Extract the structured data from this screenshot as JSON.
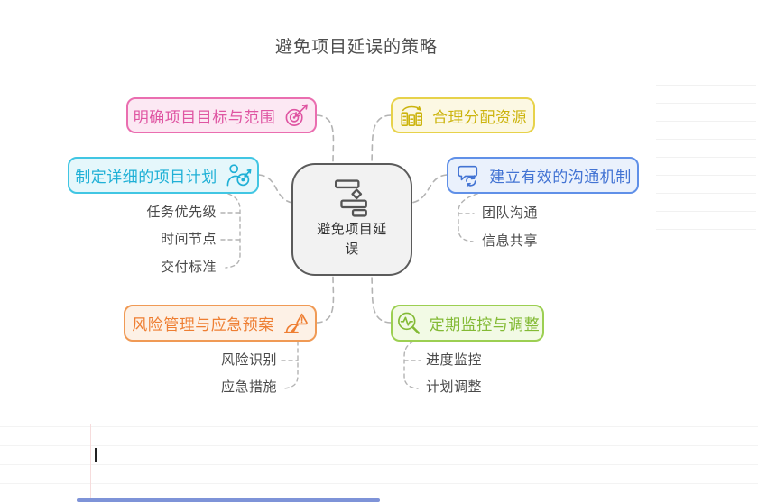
{
  "title": "避免项目延误的策略",
  "root": {
    "label": "避免项目延误",
    "icon": "gantt-chart-icon",
    "border_color": "#5b5b5b",
    "bg_color": "#f2f2f2",
    "text_color": "#333333",
    "icon_color": "#555555"
  },
  "branches": [
    {
      "label": "明确项目目标与范围",
      "icon": "target-dart-icon",
      "border_color": "#ea6eb0",
      "bg_color": "#fce8f3",
      "text_color": "#df55a2",
      "children": []
    },
    {
      "label": "合理分配资源",
      "icon": "resource-allocation-icon",
      "border_color": "#e7d24a",
      "bg_color": "#fcf8e3",
      "text_color": "#ccb40e",
      "children": []
    },
    {
      "label": "制定详细的项目计划",
      "icon": "person-target-icon",
      "border_color": "#41c6e3",
      "bg_color": "#e5f7fb",
      "text_color": "#1fb0d6",
      "children": [
        "任务优先级",
        "时间节点",
        "交付标准"
      ]
    },
    {
      "label": "建立有效的沟通机制",
      "icon": "chat-sync-icon",
      "border_color": "#6090e8",
      "bg_color": "#eaf1fc",
      "text_color": "#4273d3",
      "children": [
        "团队沟通",
        "信息共享"
      ]
    },
    {
      "label": "风险管理与应急预案",
      "icon": "gauge-warning-icon",
      "border_color": "#f09a55",
      "bg_color": "#fdf1e6",
      "text_color": "#ee7e32",
      "children": [
        "风险识别",
        "应急措施"
      ]
    },
    {
      "label": "定期监控与调整",
      "icon": "monitor-pulse-icon",
      "border_color": "#9ccf52",
      "bg_color": "#f2fae5",
      "text_color": "#83ba35",
      "children": [
        "进度监控",
        "计划调整"
      ]
    }
  ],
  "connector_color": "#b3b3b3",
  "decorations": {
    "caret_color": "#222222",
    "margin_line_color": "#f6dcdc",
    "scrollbar_color": "#7e93d8"
  }
}
